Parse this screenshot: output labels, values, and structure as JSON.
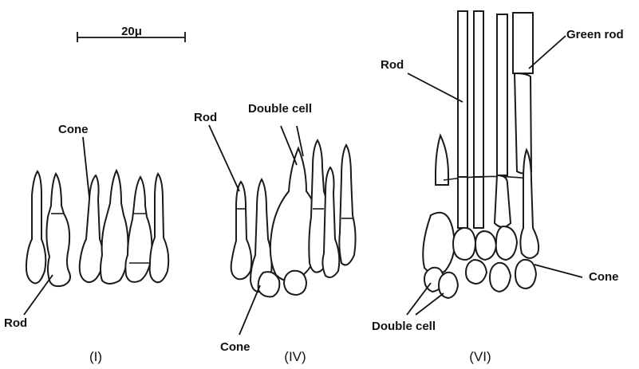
{
  "scale_bar": {
    "label": "20μ"
  },
  "panels": [
    {
      "caption": "(I)",
      "labels": {
        "cone": "Cone",
        "rod": "Rod"
      }
    },
    {
      "caption": "(IV)",
      "labels": {
        "rod": "Rod",
        "double_cell": "Double cell",
        "cone": "Cone"
      }
    },
    {
      "caption": "(VI)",
      "labels": {
        "rod": "Rod",
        "green_rod": "Green rod",
        "cone": "Cone",
        "double_cell": "Double cell"
      }
    }
  ]
}
